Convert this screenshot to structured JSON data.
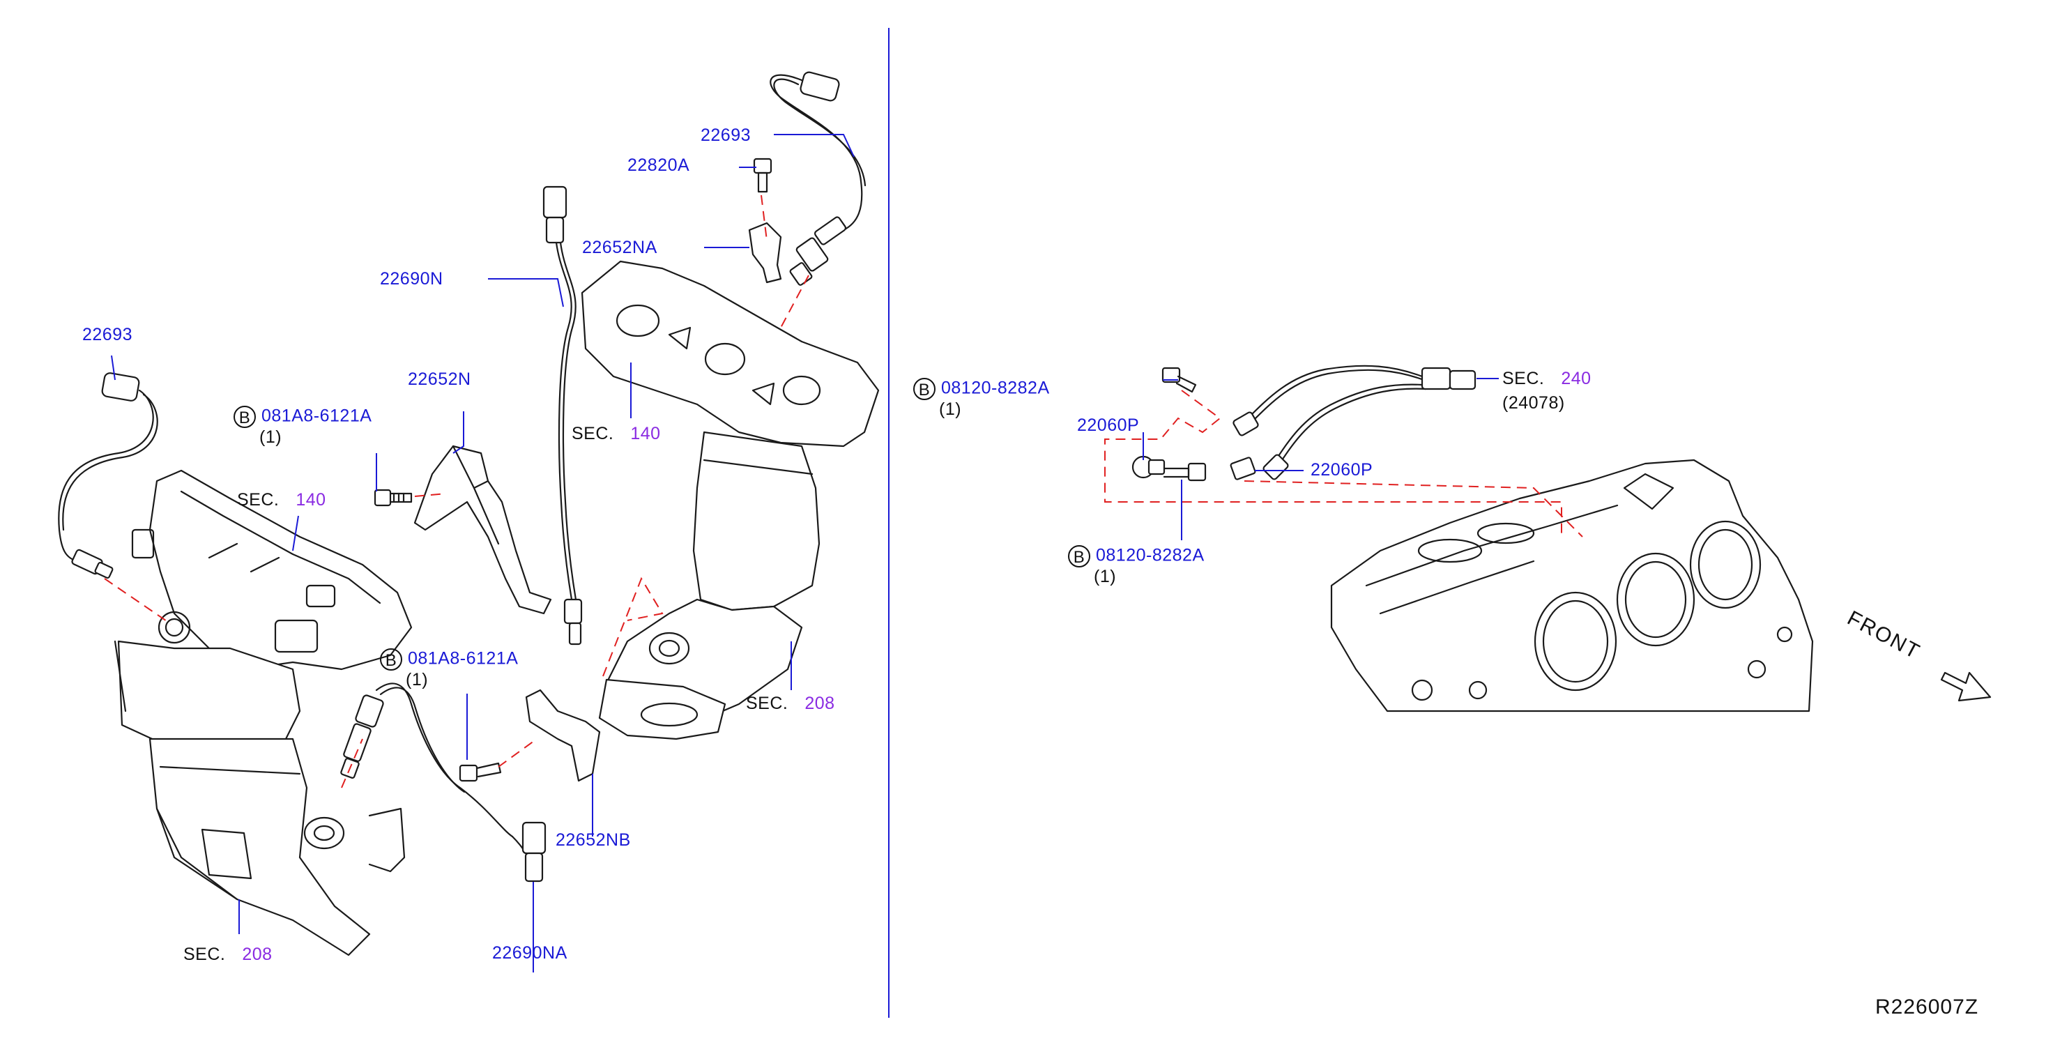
{
  "diagram_ref": "R226007Z",
  "front_label": "FRONT",
  "part_numbers": {
    "p22693_top": "22693",
    "p22820A": "22820A",
    "p22652NA": "22652NA",
    "p22690N": "22690N",
    "p22693_left": "22693",
    "p22652N": "22652N",
    "p081A8_a": "081A8-6121A",
    "p081A8_a_qty": "(1)",
    "p081A8_b": "081A8-6121A",
    "p081A8_b_qty": "(1)",
    "p22652NB": "22652NB",
    "p22690NA": "22690NA",
    "p08120_a": "08120-8282A",
    "p08120_a_qty": "(1)",
    "p08120_b": "08120-8282A",
    "p08120_b_qty": "(1)",
    "p22060P_a": "22060P",
    "p22060P_b": "22060P",
    "b_marker": "B"
  },
  "section_refs": {
    "sec_prefix": "SEC.",
    "s140_left": "140",
    "s140_center": "140",
    "s208_left": "208",
    "s208_right": "208",
    "s240": "240",
    "s240_sub": "(24078)"
  },
  "colors": {
    "part_number": "#1a1ad6",
    "section_number": "#8a2be2",
    "dashed_connector": "#e02020",
    "drawing": "#1a1a1a"
  }
}
